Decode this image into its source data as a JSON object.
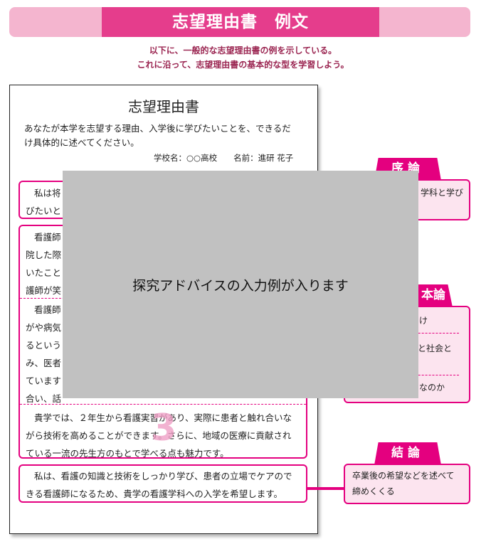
{
  "header": {
    "title": "志望理由書　例文"
  },
  "intro": [
    "以下に、一般的な志望理由書の例を示している。",
    "これに沿って、志望理由書の基本的な型を学習しよう。"
  ],
  "paper": {
    "title": "志望理由書",
    "prompt": [
      "あなたが本学を志望する理由、入学後に学びたいことを、できるだ",
      "け具体的に述べてください。"
    ],
    "school": "学校名：○○高校　　名前：進研 花子",
    "intro_box": [
      "私は将",
      "びたいと"
    ],
    "body_box_1": [
      "看護師",
      "院した際",
      "いたこと",
      "護師が笑"
    ],
    "body_box_2": [
      "看護師",
      "がや病気",
      "るという",
      "み、医者",
      "ています",
      "合い、話"
    ],
    "body_box_3": [
      "貴学では、２年生から看護実習があり、実際に患者と触れ合いな",
      "がら技術を高めることができます。さらに、地域の医療に貢献され",
      "ている一流の先生方のもとで学べる点も魅力です。"
    ],
    "number_mark": "3",
    "conclusion_box": [
      "私は、看護の知識と技術をしっかり学び、患者の立場でケアので",
      "きる看護師になるため、貴学の看護学科への入学を希望します。"
    ]
  },
  "side": {
    "intro_label": "序論",
    "intro_text": "学科と学び",
    "body_label": "本論",
    "body_items": [
      "け",
      "と社会と",
      "なのか"
    ],
    "conclusion_label": "結論",
    "conclusion_text": [
      "卒業後の希望などを述べて",
      "締めくくる"
    ]
  },
  "overlay": {
    "text": "探究アドバイスの入力例が入ります"
  },
  "colors": {
    "accent": "#e4007f",
    "header": "#e53d8c",
    "header_light": "#f4b5cf",
    "side_bg": "#fce4ef",
    "overlay": "#c1c1c1"
  }
}
